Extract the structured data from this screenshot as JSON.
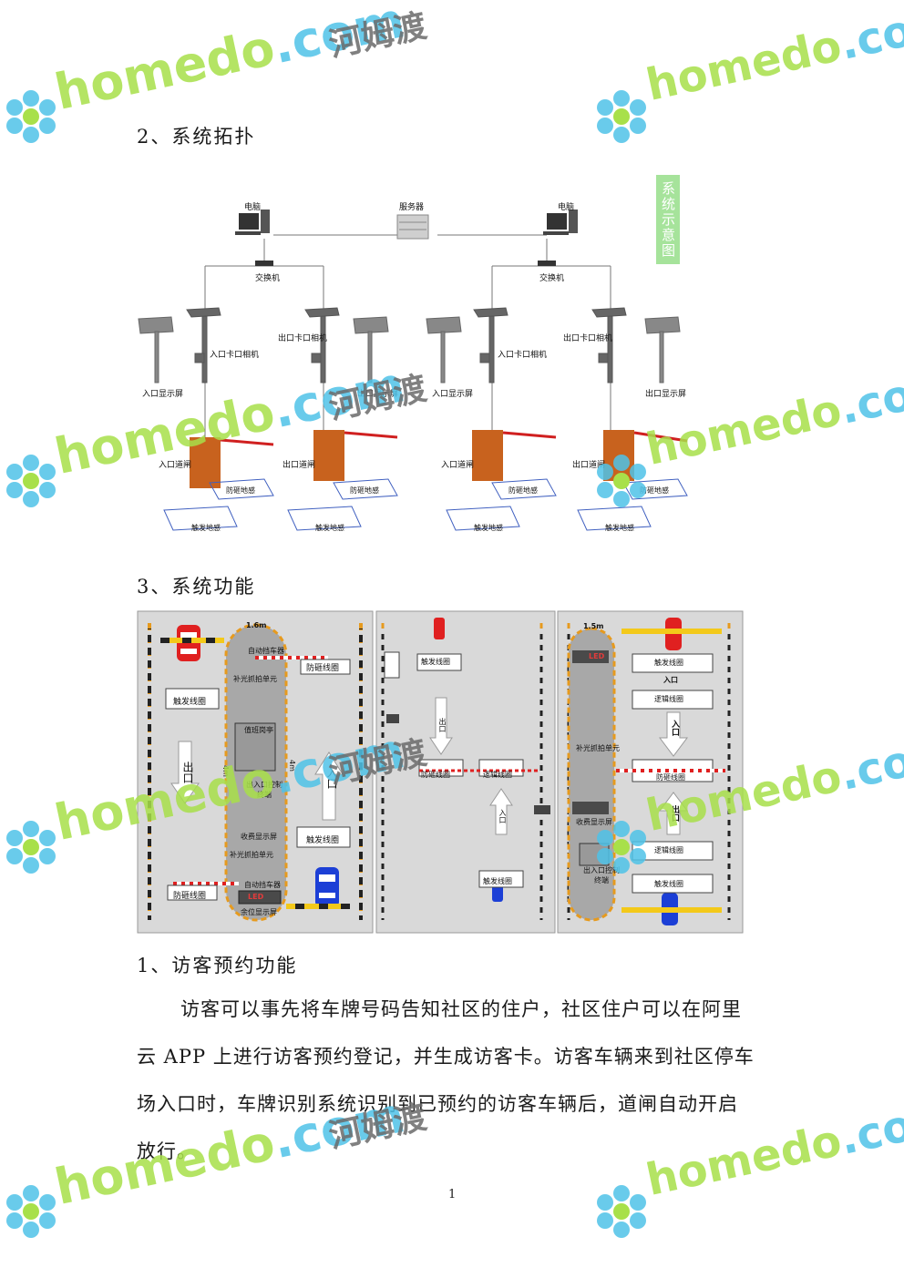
{
  "section_topology": {
    "heading": "2、系统拓扑",
    "side_label": "系统示意图"
  },
  "topology": {
    "computer_left": "电脑",
    "server": "服务器",
    "computer_right": "电脑",
    "switch_left": "交换机",
    "switch_right": "交换机",
    "g1_entry_camera": "入口卡口相机",
    "g1_exit_camera": "出口卡口相机",
    "g1_entry_display": "入口显示屏",
    "g1_exit_display": "出口显示屏",
    "g1_entry_gate": "入口道闸",
    "g1_exit_gate": "出口道闸",
    "g2_entry_camera": "入口卡口相机",
    "g2_exit_camera": "出口卡口相机",
    "g2_entry_display": "入口显示屏",
    "g2_exit_display": "出口显示屏",
    "g2_entry_gate": "入口道闸",
    "g2_exit_gate": "出口道闸",
    "anti_smash_loop": "防砸地感",
    "trigger_loop": "触发地感"
  },
  "section_function": {
    "heading": "3、系统功能"
  },
  "lanes": {
    "width_a": "1.6m",
    "width_b": "1.5m",
    "len_4m": "4m",
    "auto_barrier": "自动挡车器",
    "anti_smash_coil": "防砸线圈",
    "trigger_coil": "触发线圈",
    "logic_coil": "逻辑线圈",
    "fill_light_unit": "补光抓拍单元",
    "duty_booth": "值班岗亭",
    "controller": "出入口控制终端",
    "fee_display": "收费显示屏",
    "remain_display": "余位显示屏",
    "exit": "出口",
    "entry": "入口",
    "led": "LED"
  },
  "section_visitor": {
    "heading": "1、访客预约功能",
    "line1": "访客可以事先将车牌号码告知社区的住户，社区住户可以在阿里",
    "line2": "云 APP 上进行访客预约登记，并生成访客卡。访客车辆来到社区停车",
    "line3": "场入口时，车牌识别系统识别到已预约的访客车辆后，道闸自动开启",
    "line4": "放行。"
  },
  "page_number": "1",
  "watermark": {
    "brand": "homedo",
    "domain": ".com",
    "cn": "河姆渡"
  },
  "colors": {
    "accent_green": "#a8e04a",
    "accent_blue": "#4fc3e8",
    "car_red": "#e02020",
    "car_blue": "#1c3fd6",
    "gate_orange": "#c8621e"
  }
}
